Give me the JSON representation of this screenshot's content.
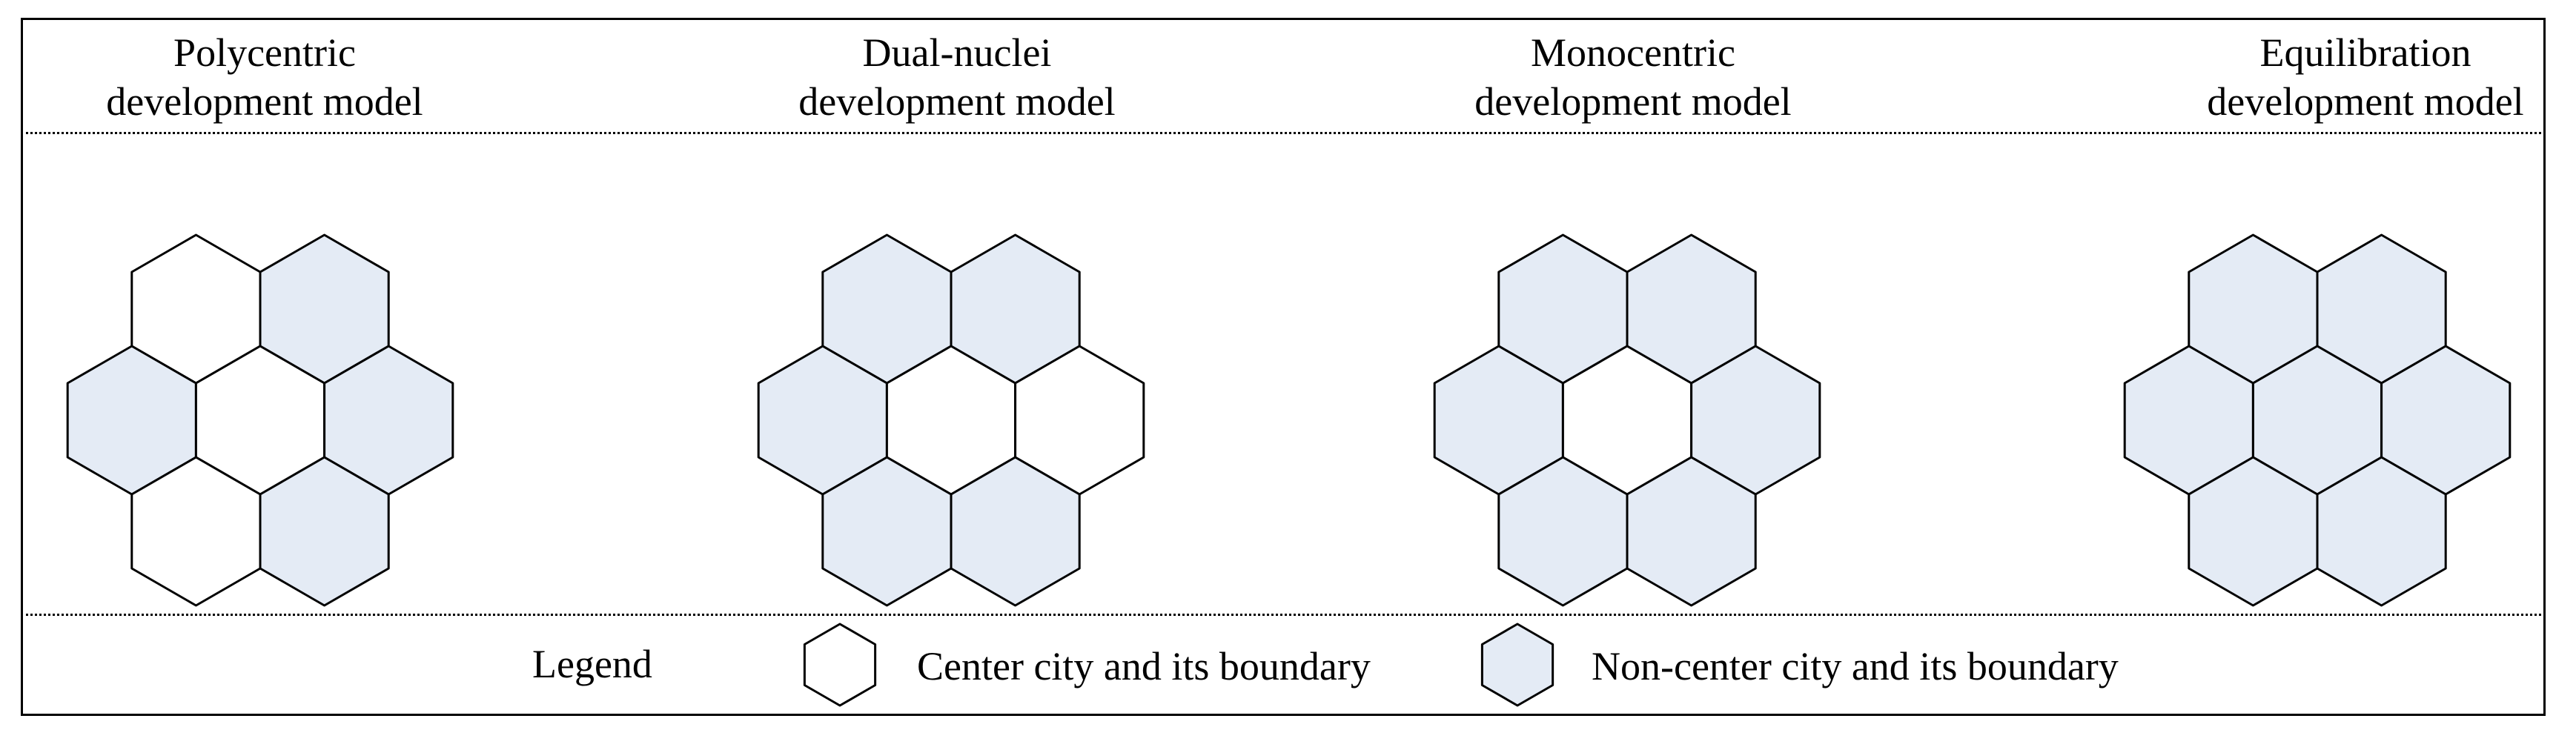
{
  "models": [
    {
      "title_line1": "Polycentric",
      "title_line2": "development model",
      "cells": {
        "top-left": "center",
        "top-right": "non-center",
        "mid-left": "non-center",
        "mid-center": "center",
        "mid-right": "non-center",
        "bottom-left": "center",
        "bottom-right": "non-center"
      }
    },
    {
      "title_line1": "Dual-nuclei",
      "title_line2": "development model",
      "cells": {
        "top-left": "non-center",
        "top-right": "non-center",
        "mid-left": "non-center",
        "mid-center": "center",
        "mid-right": "center",
        "bottom-left": "non-center",
        "bottom-right": "non-center"
      }
    },
    {
      "title_line1": "Monocentric",
      "title_line2": "development model",
      "cells": {
        "top-left": "non-center",
        "top-right": "non-center",
        "mid-left": "non-center",
        "mid-center": "center",
        "mid-right": "non-center",
        "bottom-left": "non-center",
        "bottom-right": "non-center"
      }
    },
    {
      "title_line1": "Equilibration",
      "title_line2": "development model",
      "cells": {
        "top-left": "non-center",
        "top-right": "non-center",
        "mid-left": "non-center",
        "mid-center": "non-center",
        "mid-right": "non-center",
        "bottom-left": "non-center",
        "bottom-right": "non-center"
      }
    }
  ],
  "legend": {
    "label": "Legend",
    "center_label": "Center city and its boundary",
    "noncenter_label": "Non-center city and its boundary"
  },
  "colors": {
    "center_fill": "#ffffff",
    "noncenter_fill": "#e4ebf5",
    "stroke": "#000000"
  }
}
